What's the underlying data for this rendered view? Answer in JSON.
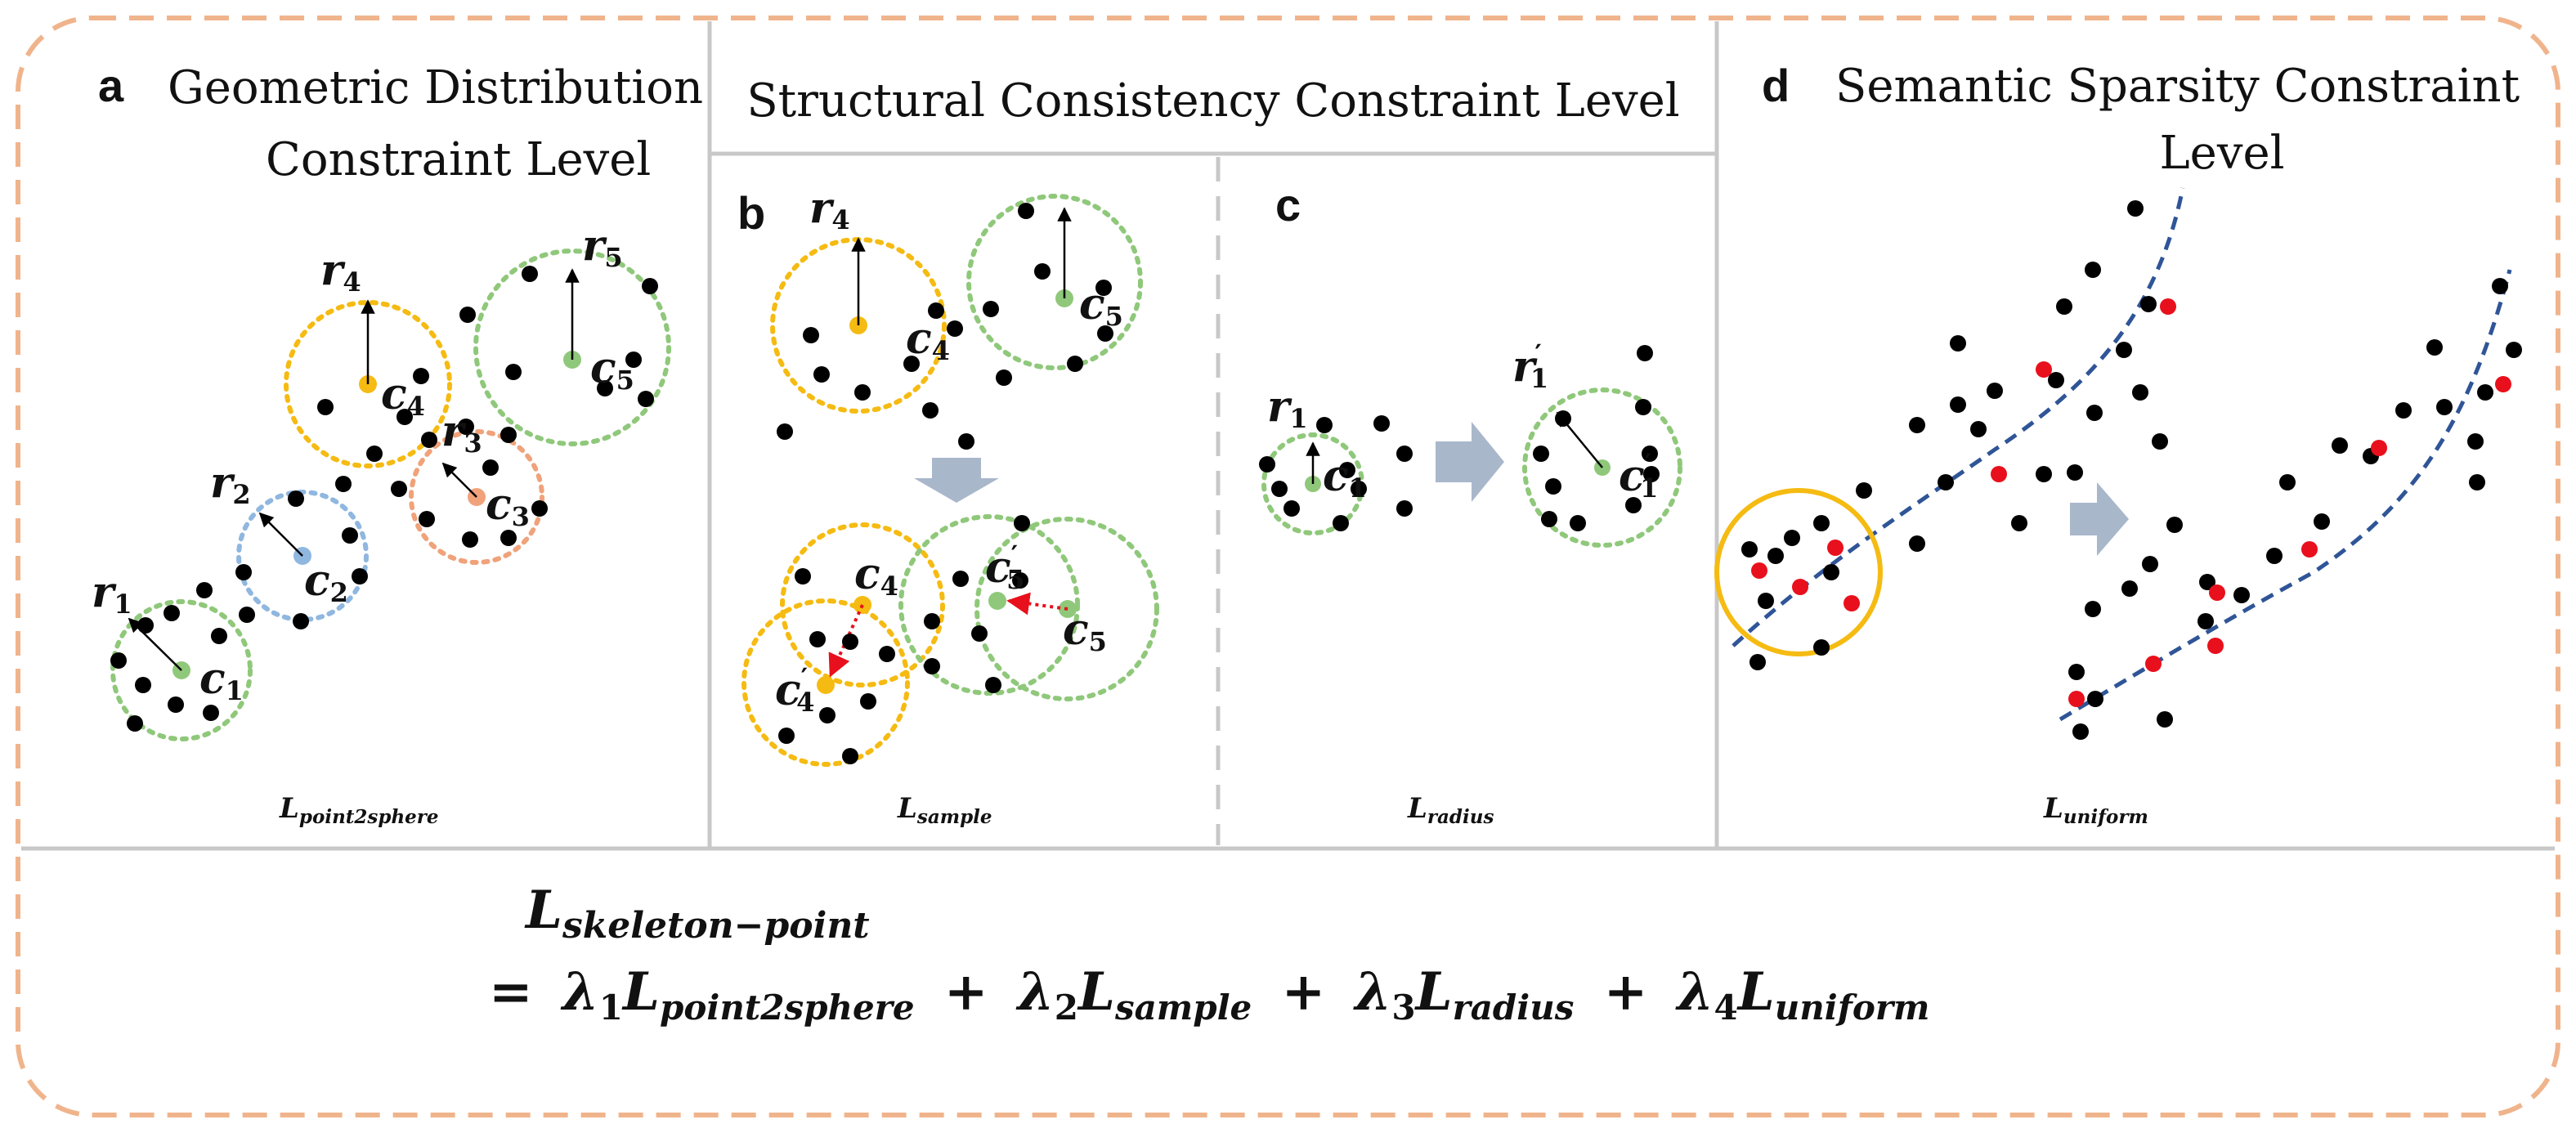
{
  "panels": {
    "a": {
      "letter": "a",
      "title_line1": "Geometric Distribution",
      "title_line2": "Constraint Level",
      "loss_main": "L",
      "loss_sub": "point2sphere",
      "labels": {
        "c1": "c",
        "c1_sub": "1",
        "r1": "r",
        "r1_sub": "1",
        "c2": "c",
        "c2_sub": "2",
        "r2": "r",
        "r2_sub": "2",
        "c3": "c",
        "c3_sub": "3",
        "r3": "r",
        "r3_sub": "3",
        "c4": "c",
        "c4_sub": "4",
        "r4": "r",
        "r4_sub": "4",
        "c5": "c",
        "c5_sub": "5",
        "r5": "r",
        "r5_sub": "5"
      }
    },
    "structural": {
      "title": "Structural Consistency Constraint Level"
    },
    "b": {
      "letter": "b",
      "loss_main": "L",
      "loss_sub": "sample",
      "labels": {
        "r4": "r",
        "r4_sub": "4",
        "c4": "c",
        "c4_sub": "4",
        "c5": "c",
        "c5_sub": "5",
        "c4_low": "c",
        "c4_low_sub": "4",
        "c5p": "c",
        "c5p_sub": "5",
        "prime": "′",
        "c5_low": "c",
        "c5_low_sub": "5",
        "c4p": "c",
        "c4p_sub": "4"
      }
    },
    "c": {
      "letter": "c",
      "loss_main": "L",
      "loss_sub": "radius",
      "labels": {
        "r1": "r",
        "r1_sub": "1",
        "c1": "c",
        "c1_sub": "1",
        "r1p": "r",
        "r1p_sub": "1",
        "c1p": "c",
        "c1p_sub": "1",
        "prime": "′"
      }
    },
    "d": {
      "letter": "d",
      "title_line1": "Semantic Sparsity Constraint",
      "title_line2": "Level",
      "loss_main": "L",
      "loss_sub": "uniform"
    }
  },
  "formula": {
    "line1_main": "L",
    "line1_sub": "skeleton−point",
    "eq": "=",
    "lambda": "λ",
    "l1": "1",
    "t1": "point2sphere",
    "l2": "2",
    "t2": "sample",
    "l3": "3",
    "t3": "radius",
    "l4": "4",
    "t4": "uniform",
    "L": "L",
    "plus": "+"
  },
  "colors": {
    "frame": "#f0b48c",
    "divider": "#c8c8c8",
    "green": "#8fc87a",
    "yellow": "#f5bb12",
    "blue": "#8fb7e0",
    "orange": "#f0a27a",
    "red": "#e8101c",
    "arrow_gray": "#a9b7cb",
    "curve": "#2f5597"
  }
}
